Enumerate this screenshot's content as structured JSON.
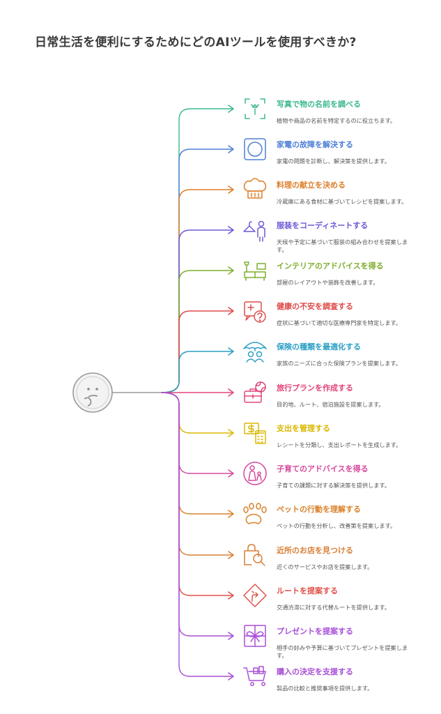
{
  "title": "日常生活を便利にするためにどのAIツールを使用すべきか?",
  "center": {
    "icon": "thinking-face-icon"
  },
  "items": [
    {
      "title": "写真で物の名前を調べる",
      "desc": "植物や商品の名前を特定するのに役立ちます。",
      "color": "#3cb98a",
      "icon": "camera-plant-icon"
    },
    {
      "title": "家電の故障を解決する",
      "desc": "家電の問題を診断し、解決策を提供します。",
      "color": "#4e7fd6",
      "icon": "washing-machine-icon"
    },
    {
      "title": "料理の献立を決める",
      "desc": "冷蔵庫にある食材に基づいてレシピを提案します。",
      "color": "#dd7f2a",
      "icon": "chef-hat-icon"
    },
    {
      "title": "服装をコーディネートする",
      "desc": "天候や予定に基づいて服装の組み合わせを提案します。",
      "color": "#6b5ad6",
      "icon": "hanger-person-icon"
    },
    {
      "title": "インテリアのアドバイスを得る",
      "desc": "部屋のレイアウトや装飾を改善します。",
      "color": "#7fae2e",
      "icon": "furniture-icon"
    },
    {
      "title": "健康の不安を調査する",
      "desc": "症状に基づいて適切な医療専門家を特定します。",
      "color": "#e04a4a",
      "icon": "medical-question-icon"
    },
    {
      "title": "保険の種類を最適化する",
      "desc": "家族のニーズに合った保険プランを提案します。",
      "color": "#2c9fc4",
      "icon": "umbrella-family-icon"
    },
    {
      "title": "旅行プランを作成する",
      "desc": "目的地、ルート、宿泊施設を提案します。",
      "color": "#e0457b",
      "icon": "suitcase-globe-icon"
    },
    {
      "title": "支出を管理する",
      "desc": "レシートを分類し、支出レポートを生成します。",
      "color": "#d8b800",
      "icon": "money-calculator-icon"
    },
    {
      "title": "子育てのアドバイスを得る",
      "desc": "子育ての課題に対する解決策を提供します。",
      "color": "#d6489e",
      "icon": "parent-child-icon"
    },
    {
      "title": "ペットの行動を理解する",
      "desc": "ペットの行動を分析し、改善策を提案します。",
      "color": "#d9822b",
      "icon": "paw-icon"
    },
    {
      "title": "近所のお店を見つける",
      "desc": "近くのサービスやお店を提案します。",
      "color": "#d97f36",
      "icon": "shopping-bag-search-icon"
    },
    {
      "title": "ルートを提案する",
      "desc": "交通渋滞に対する代替ルートを提供します。",
      "color": "#e0504a",
      "icon": "road-sign-icon"
    },
    {
      "title": "プレゼントを提案する",
      "desc": "相手の好みや予算に基づいてプレゼントを提案します。",
      "color": "#a84fd6",
      "icon": "gift-icon"
    },
    {
      "title": "購入の決定を支援する",
      "desc": "製品の比較と推奨事項を提供します。",
      "color": "#a84fd6",
      "icon": "shopping-cart-icon"
    }
  ]
}
